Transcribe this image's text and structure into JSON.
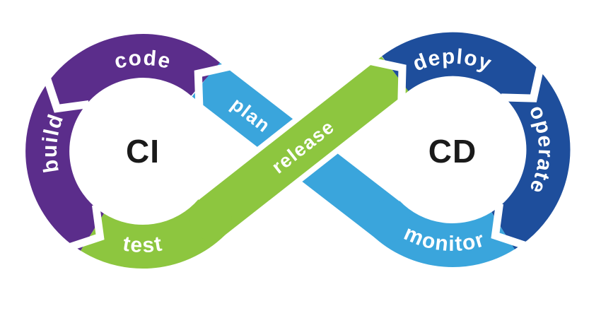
{
  "diagram": {
    "center_labels": {
      "left": "CI",
      "right": "CD"
    },
    "flow_order": [
      "plan",
      "code",
      "build",
      "test",
      "release",
      "deploy",
      "operate",
      "monitor"
    ],
    "segments": {
      "plan": {
        "label": "plan",
        "color": "#3AA5DC"
      },
      "code": {
        "label": "code",
        "color": "#5B2D8B"
      },
      "build": {
        "label": "build",
        "color": "#5B2D8B"
      },
      "test": {
        "label": "test",
        "color": "#8DC63F"
      },
      "release": {
        "label": "release",
        "color": "#8DC63F"
      },
      "deploy": {
        "label": "deploy",
        "color": "#1E4E9C"
      },
      "operate": {
        "label": "operate",
        "color": "#1E4E9C"
      },
      "monitor": {
        "label": "monitor",
        "color": "#3AA5DC"
      }
    },
    "colors": {
      "background": "#FFFFFF",
      "segment_text": "#FFFFFF",
      "center_text": "#1A1A1A"
    }
  }
}
